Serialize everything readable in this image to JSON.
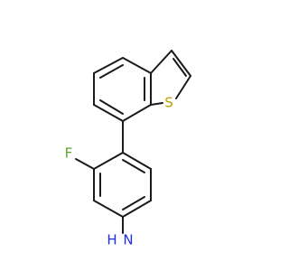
{
  "molecule": {
    "atoms": {
      "sulfur": "S",
      "fluorine": "F",
      "amine_n": "N",
      "amine_h": "H"
    },
    "colors": {
      "sulfur": "#b8a000",
      "fluorine": "#5aaa2a",
      "nitrogen": "#2030e0",
      "bond": "#1a1a1a"
    }
  }
}
